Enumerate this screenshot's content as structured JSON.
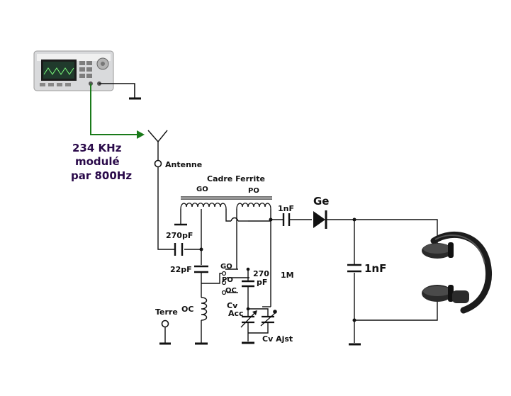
{
  "signal": {
    "line1": "234 KHz",
    "line2": "modulé",
    "line3": "par 800Hz"
  },
  "labels": {
    "antenna": "Antenne",
    "ferrite_coil": "Cadre Ferrite",
    "go_top": "GO",
    "po_top": "PO",
    "cap_1nf_top": "1nF",
    "diode": "Ge",
    "cap_270pf_antenna": "270pF",
    "cap_22pf": "22pF",
    "switch_go": "GO",
    "switch_po": "PO",
    "switch_oc": "OC",
    "cap_270_num": "270",
    "cap_270_unit": "pF",
    "resistor_1m": "1M",
    "cap_1nf_right": "1nF",
    "earth": "Terre",
    "coil_oc": "OC",
    "cv_acc_1": "Cv",
    "cv_acc_2": "Acc",
    "cv_ajst": "Cv Ajst"
  },
  "colors": {
    "wire": "#111111",
    "signal_wire": "#1a7a1a",
    "signal_text": "#2a0a4a"
  },
  "icons": {
    "generator": "function-generator-icon",
    "headphones": "headphones-icon"
  }
}
